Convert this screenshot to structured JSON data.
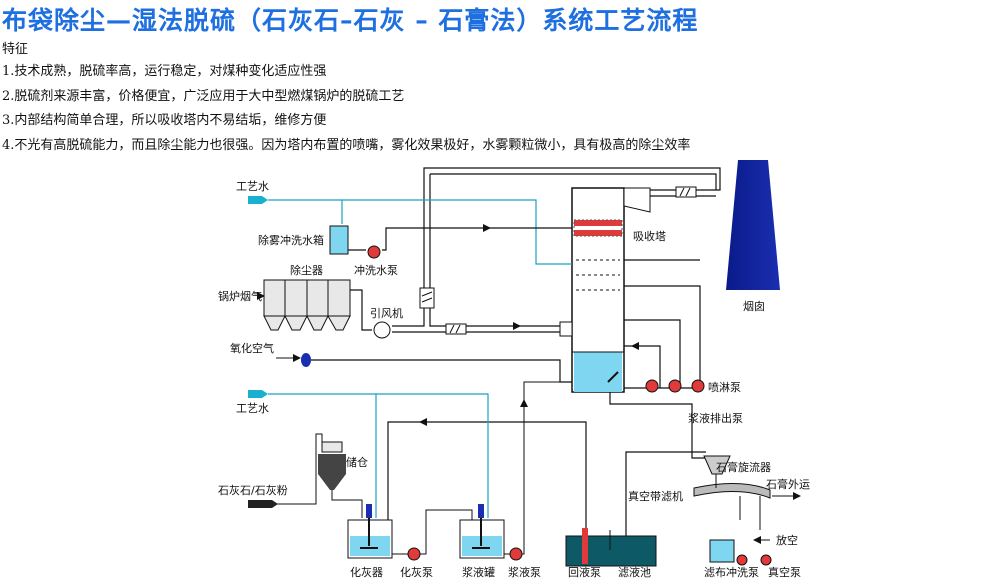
{
  "title": "布袋除尘—湿法脱硫（石灰石–石灰 – 石膏法）系统工艺流程",
  "features_heading": "特征",
  "features": [
    "1.技术成熟，脱硫率高，运行稳定，对煤种变化适应性强",
    "2.脱硫剂来源丰富，价格便宜，广泛应用于大中型燃煤锅炉的脱硫工艺",
    "3.内部结构简单合理，所以吸收塔内不易结垢，维修方便",
    "4.不光有高脱硫能力，而且除尘能力也很强。因为塔内布置的喷嘴，雾化效果极好，水雾颗粒微小，具有极高的除尘效率"
  ],
  "diagram": {
    "labels": {
      "process_water_top": "工艺水",
      "mist_wash_tank": "除雾冲洗水箱",
      "wash_pump": "冲洗水泵",
      "dust_collector": "除尘器",
      "boiler_flue_gas": "锅炉烟气",
      "induced_fan": "引风机",
      "oxidation_air": "氧化空气",
      "process_water_bottom": "工艺水",
      "absorber": "吸收塔",
      "chimney": "烟囱",
      "spray_pump": "喷淋泵",
      "slurry_discharge_pump": "浆液排出泵",
      "storage_bin": "储仓",
      "limestone_powder": "石灰石/石灰粉",
      "gypsum_cyclone": "石膏旋流器",
      "gypsum_out": "石膏外运",
      "vacuum_belt_filter": "真空带滤机",
      "vent": "放空",
      "lime_tank": "化灰器",
      "lime_pump": "化灰泵",
      "slurry_tank": "浆液罐",
      "slurry_pump": "浆液泵",
      "return_pump": "回液泵",
      "filtrate_tank": "滤液池",
      "cloth_wash_pump": "滤布冲洗泵",
      "vacuum_pump": "真空泵"
    }
  }
}
